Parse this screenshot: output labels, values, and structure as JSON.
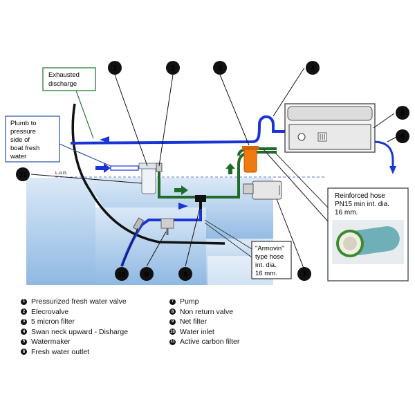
{
  "labels": {
    "exhausted_discharge": [
      "Exhausted",
      "discharge"
    ],
    "plumb": [
      "Plumb to",
      "pressure",
      "side of",
      "boat fresh",
      "water"
    ],
    "reinforced": [
      "Reinforced hose",
      "PN15 min  int. dia.",
      "16 mm."
    ],
    "armovin": [
      "\"Armovin\"",
      "type hose",
      "int. dia.",
      "16 mm."
    ],
    "waterline": "L.d.G."
  },
  "callouts": [
    "1",
    "2",
    "3",
    "4",
    "5",
    "6",
    "7",
    "8",
    "9",
    "10",
    "11"
  ],
  "legend": {
    "left": [
      {
        "num": "1",
        "text": "Pressurized fresh water valve"
      },
      {
        "num": "2",
        "text": "Elecrovalve"
      },
      {
        "num": "3",
        "text": "5 micron filter"
      },
      {
        "num": "4",
        "text": "Swan neck upward - Disharge"
      },
      {
        "num": "5",
        "text": "Watermaker"
      },
      {
        "num": "6",
        "text": "Fresh water outlet"
      }
    ],
    "right": [
      {
        "num": "7",
        "text": "Pump"
      },
      {
        "num": "8",
        "text": "Non return valve"
      },
      {
        "num": "9",
        "text": "Net filter"
      },
      {
        "num": "10",
        "text": "Water inlet"
      },
      {
        "num": "11",
        "text": "Active carbon filter"
      }
    ]
  },
  "colors": {
    "discharge_hose": "#1a35d6",
    "fresh_hose": "#1f6b2a",
    "filter": "#f07a10",
    "sea": "#a9cbeb"
  }
}
